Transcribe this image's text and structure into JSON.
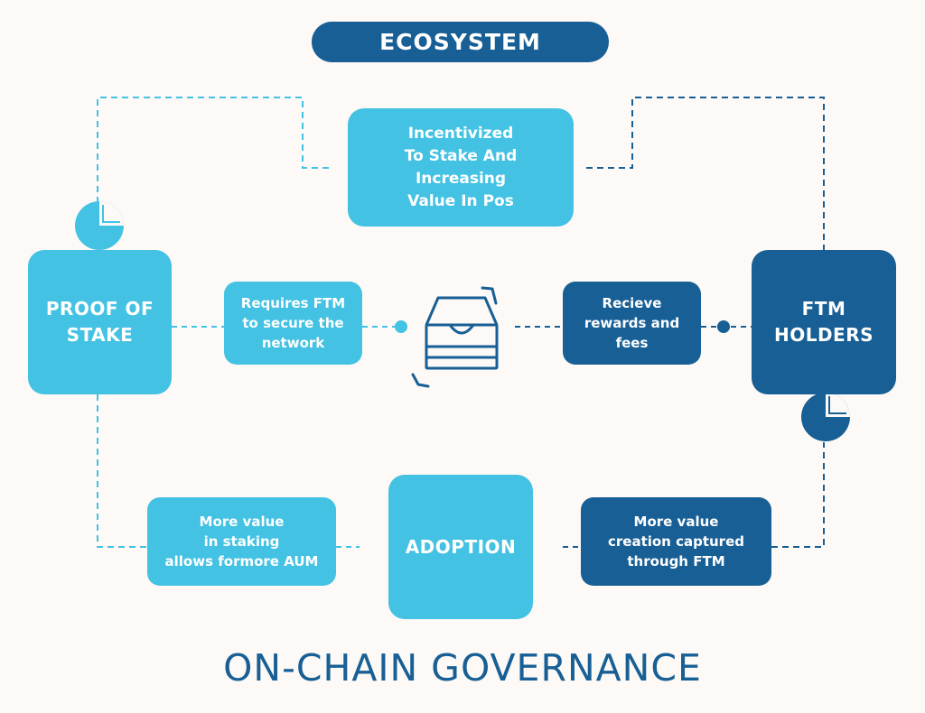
{
  "header": {
    "title": "ECOSYSTEM"
  },
  "footer": {
    "title": "ON-CHAIN GOVERNANCE"
  },
  "nodes": {
    "incentive": "Incentivized\nTo Stake And\nIncreasing\nValue In Pos",
    "proof_of_stake": "PROOF OF\nSTAKE",
    "ftm_holders": "FTM\nHOLDERS",
    "adoption": "ADOPTION",
    "requires_ftm": "Requires FTM\nto secure the\nnetwork",
    "receive_rewards": "Recieve\nrewards and\nfees",
    "more_value_staking": "More value\nin staking\nallows formore AUM",
    "more_value_creation": "More value\ncreation captured\nthrough FTM"
  },
  "icons": {
    "center": "inbox-tray-icon",
    "left_pie": "pie-chart-icon",
    "right_pie": "pie-chart-icon"
  },
  "colors": {
    "light_blue": "#43c2e3",
    "dark_blue": "#175f95",
    "background": "#fcf9f6"
  }
}
